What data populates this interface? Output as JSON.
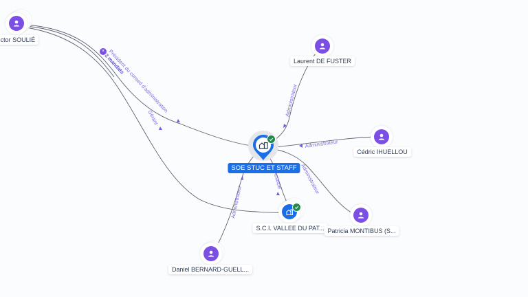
{
  "colors": {
    "person": "#7b4fe3",
    "company": "#1b6fe6",
    "verified": "#1f8a4c",
    "edge": "#5d6071",
    "edge_label": "#7b6ee6"
  },
  "center": {
    "name": "SOE STUC ET STAFF",
    "icon": "building-icon",
    "verified": true
  },
  "nodes": [
    {
      "id": "victor",
      "name": "Victor SOULIÉ",
      "label_visible": "Victor SOULIÉ",
      "type": "person",
      "icon": "person-icon"
    },
    {
      "id": "laurent",
      "name": "Laurent DE FUSTER",
      "type": "person",
      "icon": "person-icon"
    },
    {
      "id": "cedric",
      "name": "Cédric IHUELLOU",
      "type": "person",
      "icon": "person-icon"
    },
    {
      "id": "sci",
      "name": "S.C.I. VALLEE DU PAT...",
      "type": "company",
      "icon": "building-icon",
      "verified": true
    },
    {
      "id": "patricia",
      "name": "Patricia MONTIBUS (S...",
      "type": "person",
      "icon": "person-icon"
    },
    {
      "id": "daniel",
      "name": "Daniel BERNARD-GUELL...",
      "type": "person",
      "icon": "person-icon"
    }
  ],
  "edges": [
    {
      "from": "victor",
      "to": "center",
      "label": "Président du conseil d'administration",
      "badge": "2 mandats"
    },
    {
      "from": "victor",
      "to": "sci",
      "label": "Gérant"
    },
    {
      "from": "laurent",
      "to": "center",
      "label": "Administrateur"
    },
    {
      "from": "cedric",
      "to": "center",
      "label": "Administrateur"
    },
    {
      "from": "patricia",
      "to": "center",
      "label": "Administrateur"
    },
    {
      "from": "daniel",
      "to": "center",
      "label": "Administrateur"
    },
    {
      "from": "sci",
      "to": "center",
      "label": "Associé"
    }
  ],
  "badge_symbol": "×"
}
